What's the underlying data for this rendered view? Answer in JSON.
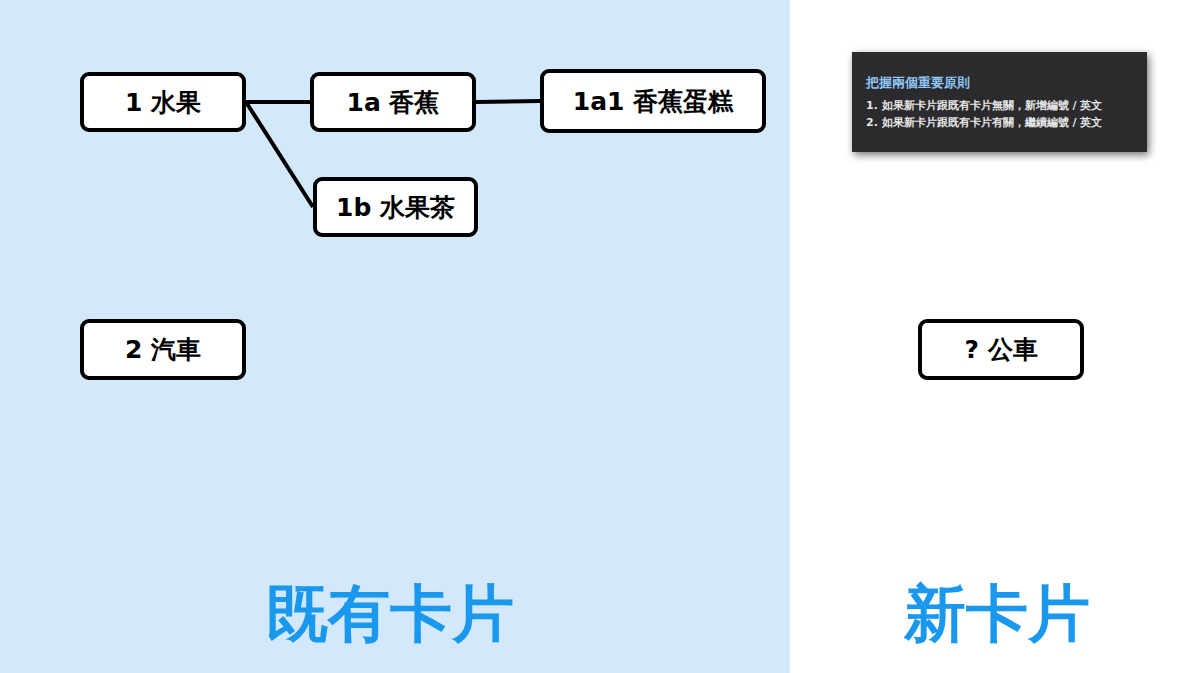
{
  "diagram": {
    "nodes": [
      {
        "text": [
          "1 水果"
        ]
      },
      {
        "text": [
          "1a 香蕉"
        ]
      },
      {
        "text": [
          "1a1 香蕉蛋糕"
        ]
      },
      {
        "text": [
          "1b 水果茶"
        ]
      },
      {
        "text": [
          "2 汽車"
        ]
      },
      {
        "text": [
          "把握兩個重要原則",
          "1. 如果新卡片跟既有卡片無關，新增編號 / 英文",
          "2. 如果新卡片跟既有卡片有關，繼續編號 / 英文"
        ]
      },
      {
        "text": [
          "? 公車"
        ]
      }
    ],
    "edges": [
      {
        "from": 0,
        "to": 1,
        "arrow": "none"
      },
      {
        "from": 1,
        "to": 2,
        "arrow": "none"
      },
      {
        "from": 0,
        "to": 3,
        "arrow": "none"
      }
    ],
    "labels": [
      "既有卡片",
      "新卡片"
    ]
  }
}
